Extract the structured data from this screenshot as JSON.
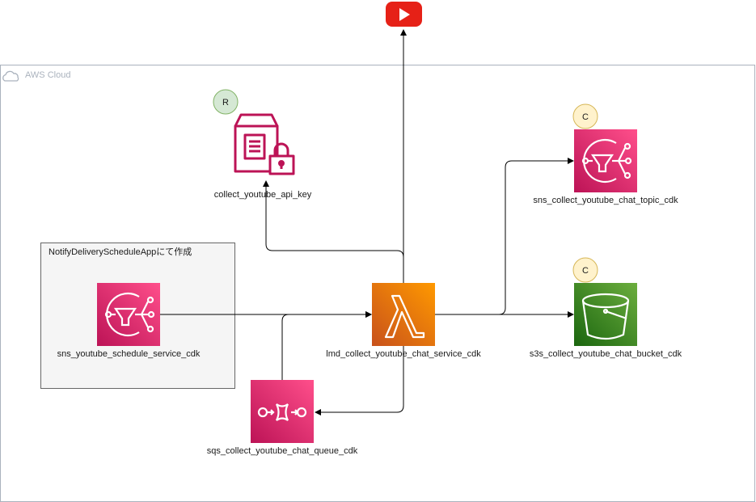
{
  "diagram": {
    "cloud_label": "AWS Cloud",
    "group_label": "NotifyDeliveryScheduleAppにて作成",
    "nodes": {
      "api_key": {
        "label": "collect_youtube_api_key",
        "badge": "R"
      },
      "sns_topic": {
        "label": "sns_collect_youtube_chat_topic_cdk",
        "badge": "C"
      },
      "sns_schedule": {
        "label": "sns_youtube_schedule_service_cdk"
      },
      "lambda": {
        "label": "lmd_collect_youtube_chat_service_cdk"
      },
      "s3_bucket": {
        "label": "s3s_collect_youtube_chat_bucket_cdk",
        "badge": "C"
      },
      "sqs_queue": {
        "label": "sqs_collect_youtube_chat_queue_cdk"
      },
      "youtube": {
        "icon": "youtube-icon"
      }
    },
    "colors": {
      "sns": "#e7157b",
      "lambda": "#ed7100",
      "s3": "#3f8624",
      "secret": "#bc1356",
      "youtube": "#e62117",
      "badge_r": "#d5e8d4",
      "badge_c": "#fff2cc"
    }
  }
}
